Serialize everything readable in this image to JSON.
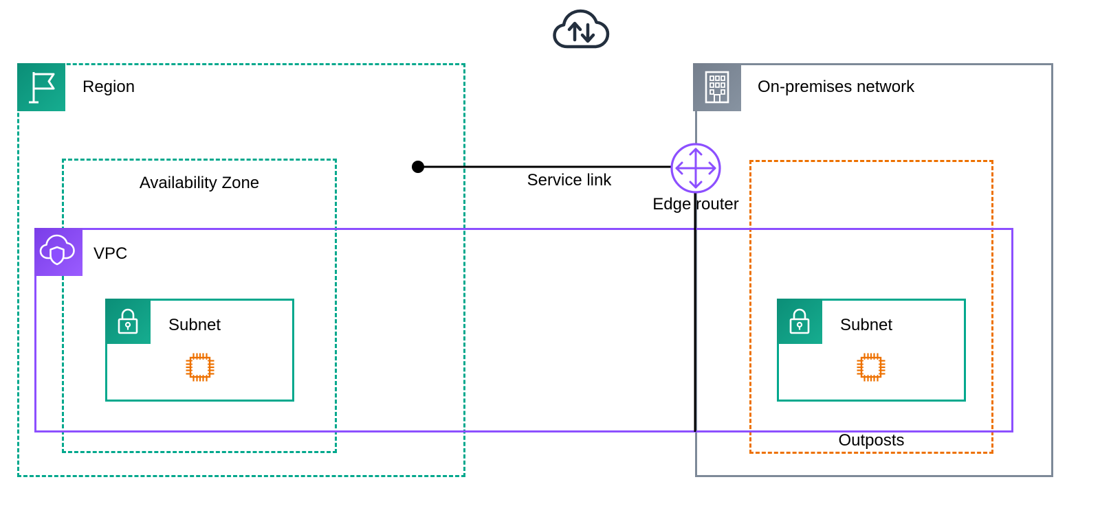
{
  "nodes": {
    "region": {
      "label": "Region"
    },
    "availability_zone": {
      "label": "Availability Zone"
    },
    "vpc": {
      "label": "VPC"
    },
    "subnet_region": {
      "label": "Subnet"
    },
    "on_premises": {
      "label": "On-premises network"
    },
    "outposts": {
      "label": "Outposts"
    },
    "subnet_outposts": {
      "label": "Subnet"
    },
    "edge_router": {
      "label": "Edge router"
    },
    "service_link": {
      "label": "Service link"
    }
  },
  "colors": {
    "teal": "#01A88D",
    "purple": "#8C4FFF",
    "orange": "#ED7100",
    "gray": "#7D8998",
    "navy": "#232F3E",
    "line": "#000000"
  },
  "icons": {
    "region": "flag-icon",
    "vpc": "cloud-shield-icon",
    "subnet": "lock-icon",
    "instance": "chip-icon",
    "on_premises": "building-icon",
    "cloud_top": "cloud-updown-arrows-icon",
    "edge_router": "router-icon"
  }
}
